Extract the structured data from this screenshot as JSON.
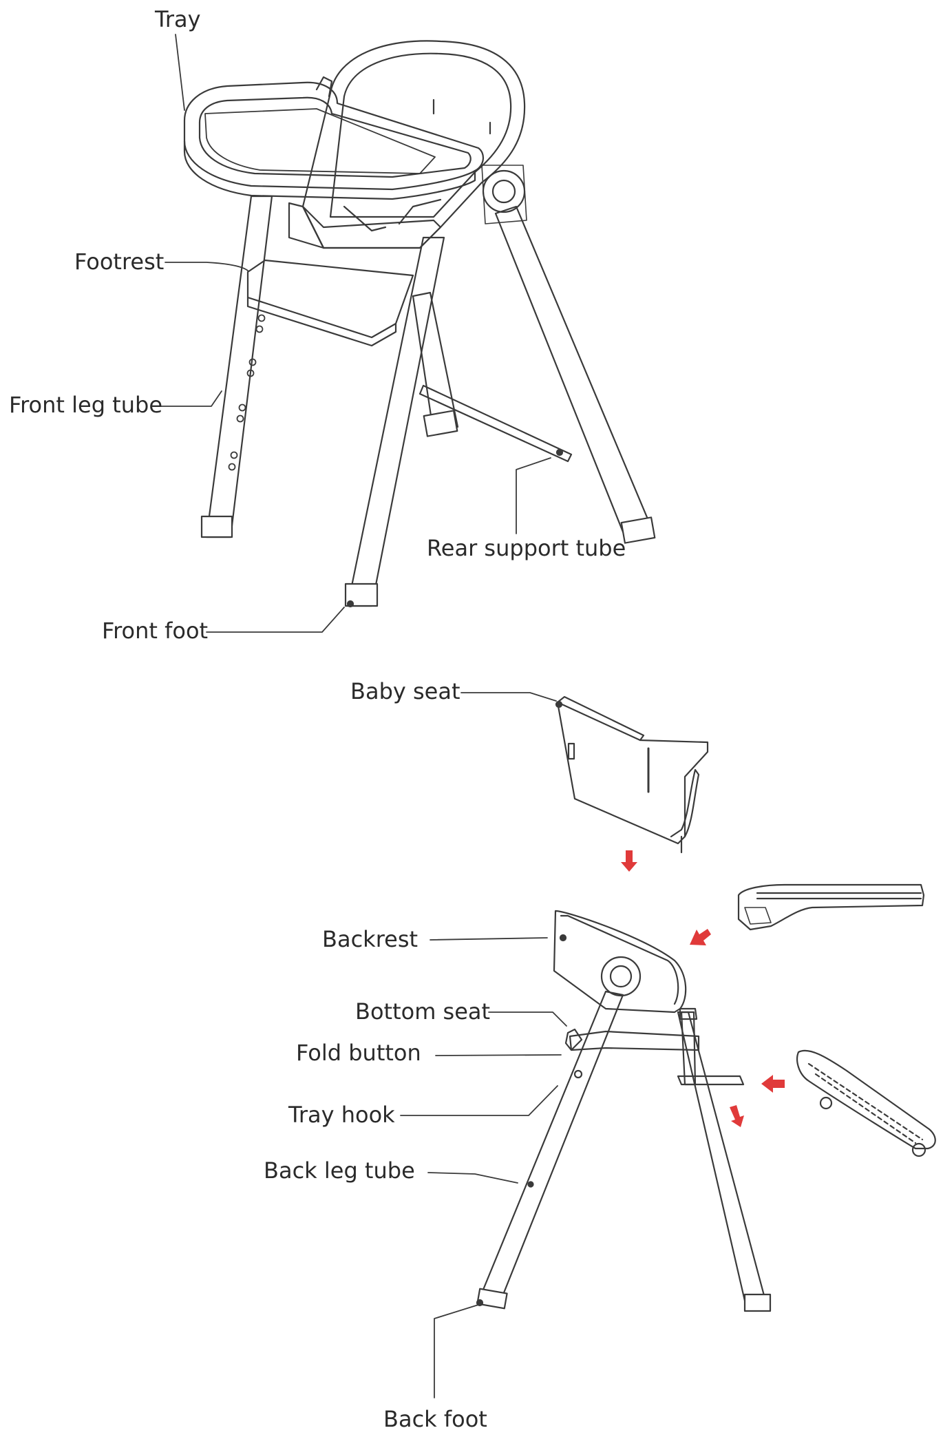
{
  "labels": {
    "tray": "Tray",
    "footrest": "Footrest",
    "front_leg_tube": "Front leg tube",
    "rear_support_tube": "Rear support tube",
    "front_foot": "Front foot",
    "baby_seat": "Baby seat",
    "backrest": "Backrest",
    "bottom_seat": "Bottom seat",
    "fold_button": "Fold button",
    "tray_hook": "Tray hook",
    "back_leg_tube": "Back leg tube",
    "back_foot": "Back foot"
  },
  "colors": {
    "line": "#3a3a3a",
    "arrow": "#e03a3a",
    "background": "#ffffff"
  }
}
